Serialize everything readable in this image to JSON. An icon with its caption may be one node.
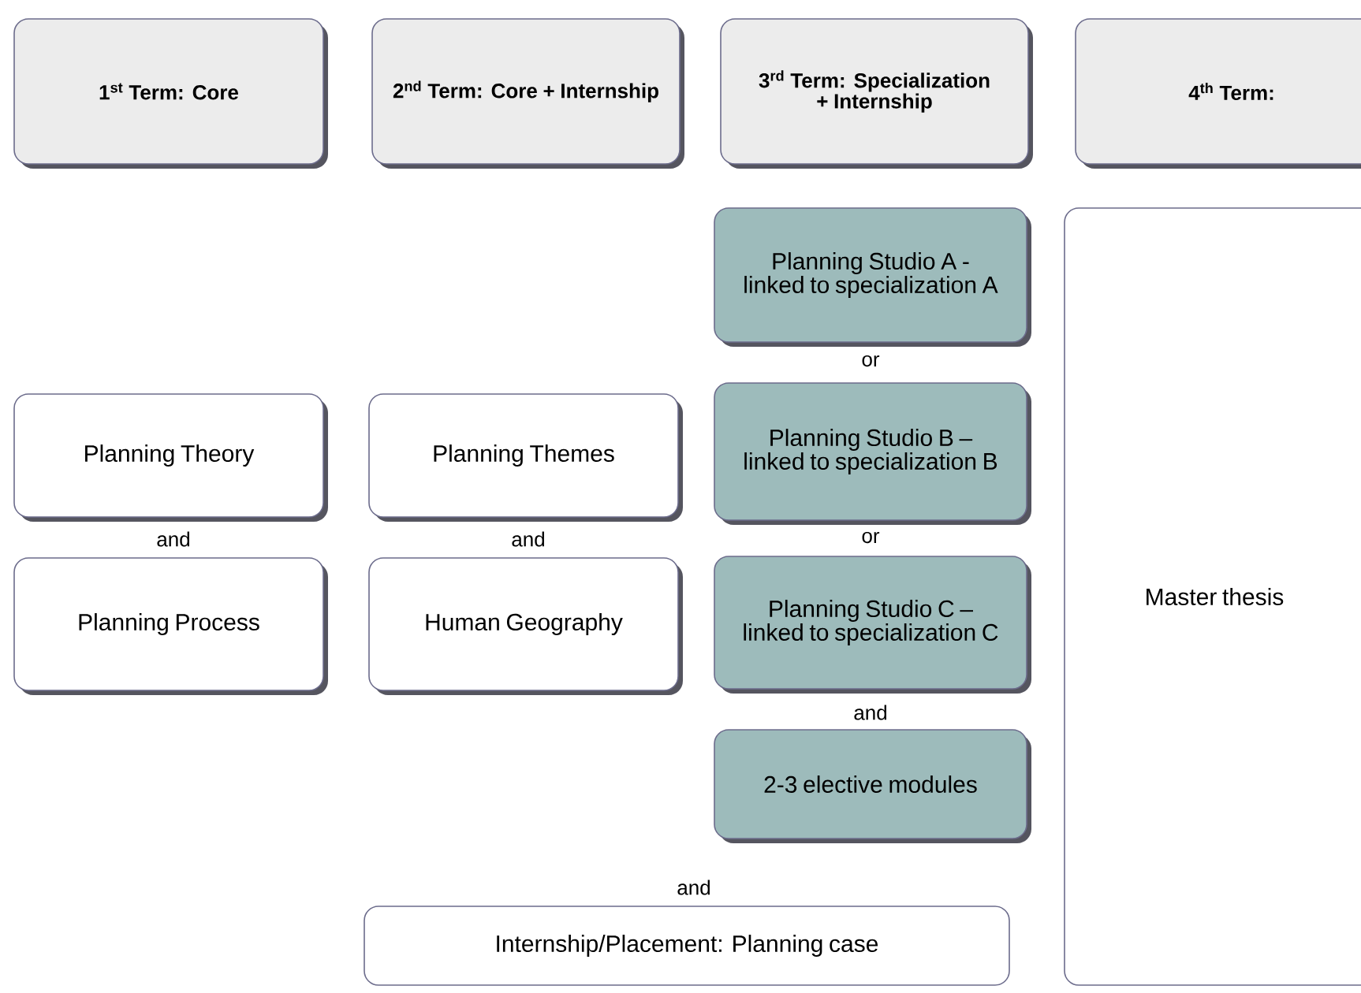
{
  "diagram": {
    "nodes": [
      {
        "text": [
          "1$^{st}$ Term: Core"
        ]
      },
      {
        "text": [
          "2$^{nd}$ Term: Core + Internship"
        ]
      },
      {
        "text": [
          "3$^{rd}$ Term: Specialization + Internship"
        ]
      },
      {
        "text": [
          "4$^{th}$ Term:"
        ]
      },
      {
        "text": [
          "Planning Studio A - linked to specialization A"
        ]
      },
      {
        "text": [
          "Master thesis"
        ]
      },
      {
        "text": [
          "Planning Studio B – linked to specialization B"
        ]
      },
      {
        "text": [
          "Planning Theory"
        ]
      },
      {
        "text": [
          "Planning Themes"
        ]
      },
      {
        "text": [
          "Planning Process"
        ]
      },
      {
        "text": [
          "Human Geography"
        ]
      },
      {
        "text": [
          "Planning Studio C – linked to specialization C"
        ]
      },
      {
        "text": [
          "2-3 elective modules"
        ]
      },
      {
        "text": [
          "Internship/Placement: Planning case"
        ]
      }
    ],
    "labels": [
      "or",
      "and",
      "and",
      "or",
      "and",
      "and"
    ]
  }
}
